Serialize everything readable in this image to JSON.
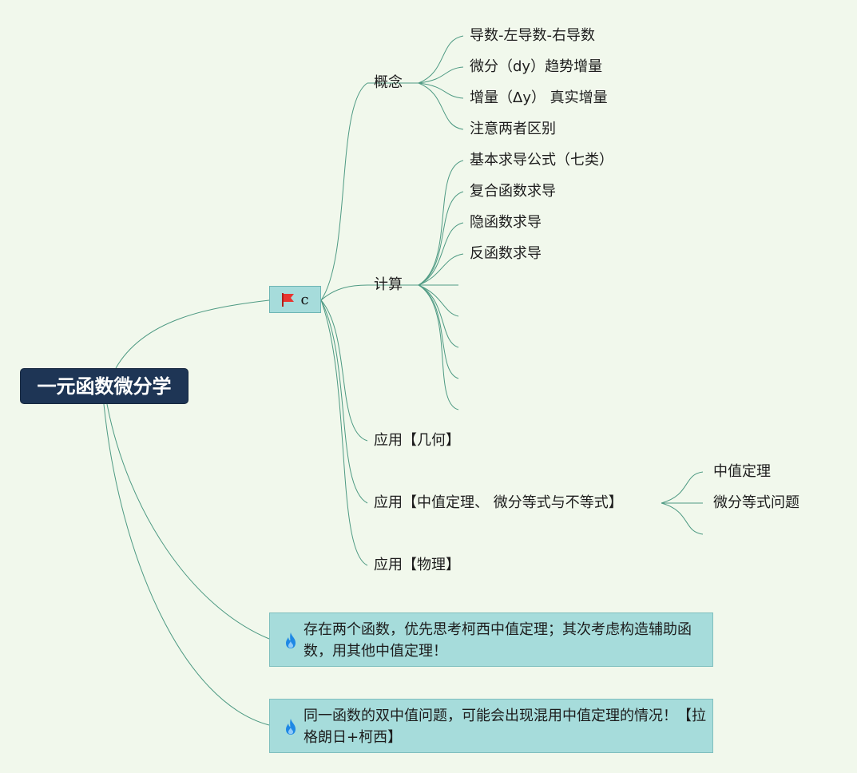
{
  "root": {
    "label": "一元函数微分学"
  },
  "c_node": {
    "label": "c",
    "icon": "red-flag-icon",
    "flag_color": "#e8352f"
  },
  "topics": {
    "concept": "概念",
    "calc": "计算",
    "app_geometry": "应用【几何】",
    "app_mvt": "应用【中值定理、 微分等式与不等式】",
    "app_physics": "应用【物理】"
  },
  "concept_items": [
    "导数-左导数-右导数",
    "微分（dy）趋势增量",
    "增量（Δy） 真实增量",
    "注意两者区别"
  ],
  "calc_items": [
    "基本求导公式（七类）",
    "复合函数求导",
    "隐函数求导",
    "反函数求导",
    "",
    "",
    "",
    "",
    ""
  ],
  "mvt_items": [
    "中值定理",
    "微分等式问题",
    ""
  ],
  "notes": [
    {
      "icon": "fire-icon",
      "text": "存在两个函数，优先思考柯西中值定理；其次考虑构造辅助函数，用其他中值定理！"
    },
    {
      "icon": "fire-icon",
      "text": "同一函数的双中值问题，可能会出现混用中值定理的情况！【拉格朗日+柯西】"
    }
  ],
  "colors": {
    "line": "#4e9a83",
    "root_bg": "#1e3555",
    "node_bg": "#a6dcdb",
    "background": "#f1f8ec"
  }
}
